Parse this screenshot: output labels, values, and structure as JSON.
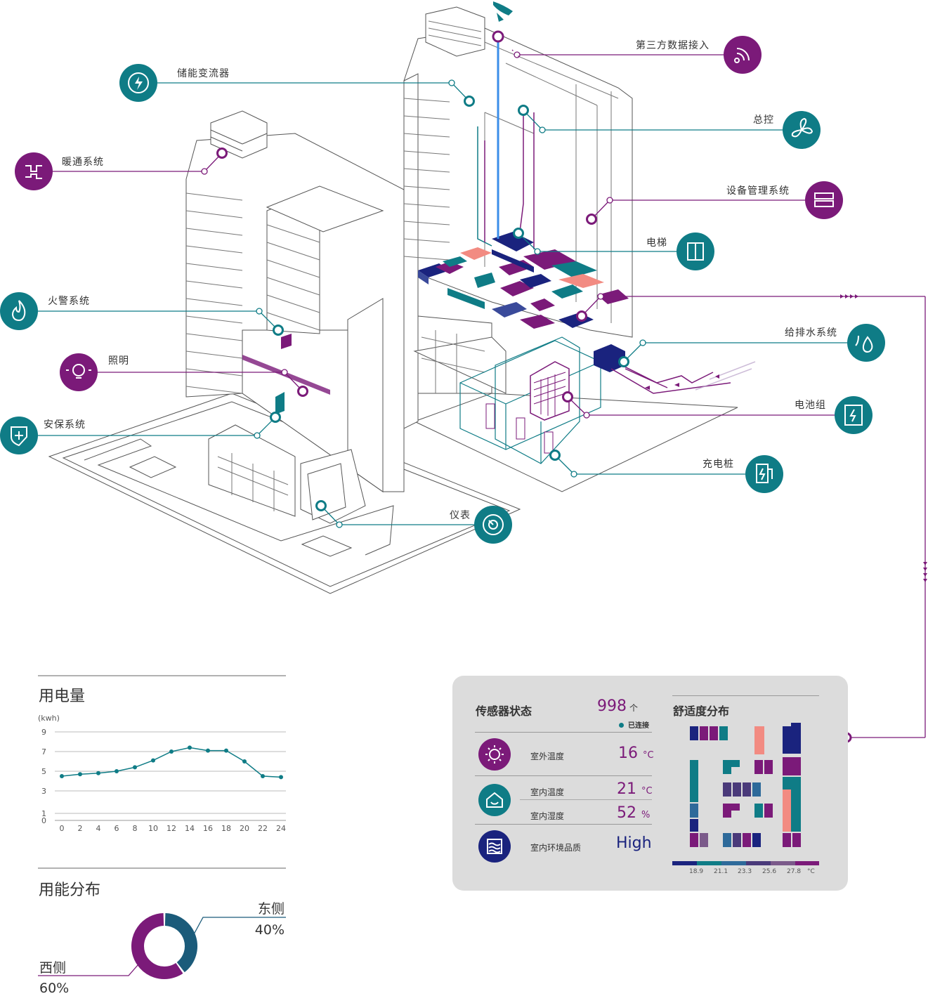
{
  "colors": {
    "purple": "#7b1a79",
    "teal": "#0f7c86",
    "navy": "#1a237e",
    "salmon": "#f28b82",
    "grey": "#dcdcdc"
  },
  "labels": {
    "third_party": "第三方数据接入",
    "pcs": "储能变流器",
    "master": "总控",
    "hvac": "暖通系统",
    "equipment": "设备管理系统",
    "elevator": "电梯",
    "fire": "火警系统",
    "water": "给排水系统",
    "lighting": "照明",
    "battery": "电池组",
    "security": "安保系统",
    "charger": "充电桩",
    "meter": "仪表"
  },
  "icons": {
    "third_party": "wifi-icon",
    "pcs": "bolt-icon",
    "master": "fan-icon",
    "hvac": "pipe-icon",
    "equipment": "server-icon",
    "elevator": "elevator-icon",
    "fire": "flame-icon",
    "water": "drop-icon",
    "lighting": "bulb-icon",
    "battery": "battery-icon",
    "security": "shield-icon",
    "charger": "charger-icon",
    "meter": "meter-icon"
  },
  "power": {
    "title": "用电量",
    "unit": "(kwh)"
  },
  "distribution": {
    "title": "用能分布",
    "east_label": "东侧",
    "east_value": "40%",
    "west_label": "西侧",
    "west_value": "60%"
  },
  "sensors": {
    "title": "传感器状态",
    "count": "998",
    "count_unit": "个",
    "connected": "已连接",
    "outdoor_temp_label": "室外温度",
    "outdoor_temp": "16",
    "outdoor_temp_unit": "°C",
    "indoor_temp_label": "室内温度",
    "indoor_temp": "21",
    "indoor_temp_unit": "°C",
    "indoor_humidity_label": "室内湿度",
    "indoor_humidity": "52",
    "indoor_humidity_unit": "%",
    "air_quality_label": "室内环境品质",
    "air_quality": "High"
  },
  "comfort": {
    "title": "舒适度分布",
    "scale": [
      "18.9",
      "21.1",
      "23.3",
      "25.6",
      "27.8",
      "°C"
    ]
  },
  "chart_data": [
    {
      "type": "line",
      "title": "用电量",
      "ylabel": "(kwh)",
      "x": [
        0,
        2,
        4,
        6,
        8,
        10,
        12,
        14,
        16,
        18,
        20,
        22,
        24
      ],
      "values": [
        4.5,
        4.7,
        4.8,
        5.0,
        5.4,
        6.1,
        7.0,
        7.4,
        7.1,
        7.1,
        6.0,
        4.5,
        4.4
      ],
      "xticks": [
        "0",
        "2",
        "4",
        "6",
        "8",
        "10",
        "12",
        "14",
        "16",
        "18",
        "20",
        "22",
        "24"
      ],
      "yticks": [
        "0",
        "1",
        "3",
        "5",
        "7",
        "9"
      ],
      "ylim": [
        0,
        9
      ],
      "grid": true
    },
    {
      "type": "pie",
      "title": "用能分布",
      "categories": [
        "东侧",
        "西侧"
      ],
      "values": [
        40,
        60
      ]
    }
  ]
}
